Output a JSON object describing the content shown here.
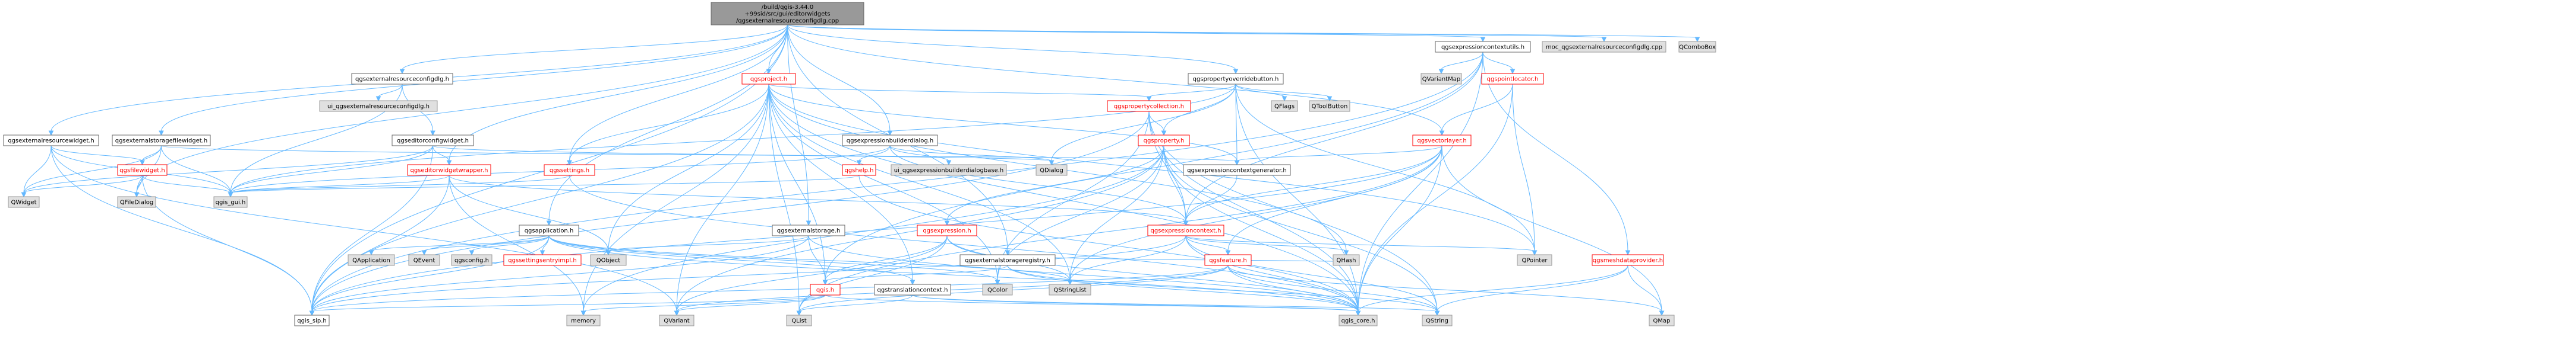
{
  "graph": {
    "nodes": [
      {
        "id": "root",
        "label": "/build/qgis-3.44.0\n+99sid/src/gui/editorwidgets\n/qgsexternalresourceconfigdlg.cpp",
        "kind": "root"
      },
      {
        "id": "erw",
        "label": "qgsexternalresourcewidget.h",
        "kind": "normal"
      },
      {
        "id": "esfw",
        "label": "qgsexternalstoragefilewidget.h",
        "kind": "normal"
      },
      {
        "id": "ercd",
        "label": "qgsexternalresourceconfigdlg.h",
        "kind": "normal"
      },
      {
        "id": "ui_ercd",
        "label": "ui_qgsexternalresourceconfigdlg.h",
        "kind": "missing"
      },
      {
        "id": "ecw",
        "label": "qgseditorconfigwidget.h",
        "kind": "normal"
      },
      {
        "id": "ewr",
        "label": "qgseditorwidgetwrapper.h",
        "kind": "red"
      },
      {
        "id": "fw",
        "label": "qgsfilewidget.h",
        "kind": "red"
      },
      {
        "id": "qwidget",
        "label": "QWidget",
        "kind": "missing"
      },
      {
        "id": "qfiledialog",
        "label": "QFileDialog",
        "kind": "missing"
      },
      {
        "id": "gui",
        "label": "qgis_gui.h",
        "kind": "missing"
      },
      {
        "id": "sip",
        "label": "qgis_sip.h",
        "kind": "normal"
      },
      {
        "id": "settings",
        "label": "qgssettings.h",
        "kind": "red"
      },
      {
        "id": "project",
        "label": "qgsproject.h",
        "kind": "red"
      },
      {
        "id": "application",
        "label": "qgsapplication.h",
        "kind": "normal"
      },
      {
        "id": "qapplication",
        "label": "QApplication",
        "kind": "missing"
      },
      {
        "id": "qevent",
        "label": "QEvent",
        "kind": "missing"
      },
      {
        "id": "qgsconfig",
        "label": "qgsconfig.h",
        "kind": "missing"
      },
      {
        "id": "settingsentry",
        "label": "qgssettingsentryimpl.h",
        "kind": "red"
      },
      {
        "id": "qobject",
        "label": "QObject",
        "kind": "missing"
      },
      {
        "id": "memory",
        "label": "memory",
        "kind": "missing"
      },
      {
        "id": "qvariant",
        "label": "QVariant",
        "kind": "missing"
      },
      {
        "id": "qlist",
        "label": "QList",
        "kind": "missing"
      },
      {
        "id": "core",
        "label": "qgis_core.h",
        "kind": "missing"
      },
      {
        "id": "qstring",
        "label": "QString",
        "kind": "missing"
      },
      {
        "id": "qgsh",
        "label": "qgis.h",
        "kind": "red"
      },
      {
        "id": "extstorage",
        "label": "qgsexternalstorage.h",
        "kind": "normal"
      },
      {
        "id": "translation",
        "label": "qgstranslationcontext.h",
        "kind": "normal"
      },
      {
        "id": "qcolor",
        "label": "QColor",
        "kind": "missing"
      },
      {
        "id": "qstringlist",
        "label": "QStringList",
        "kind": "missing"
      },
      {
        "id": "expbuilderdlg",
        "label": "qgsexpressionbuilderdialog.h",
        "kind": "normal"
      },
      {
        "id": "help",
        "label": "qgshelp.h",
        "kind": "red"
      },
      {
        "id": "ui_expbuilder",
        "label": "ui_qgsexpressionbuilderdialogbase.h",
        "kind": "missing"
      },
      {
        "id": "qdialog",
        "label": "QDialog",
        "kind": "missing"
      },
      {
        "id": "expression",
        "label": "qgsexpression.h",
        "kind": "red"
      },
      {
        "id": "expcontext",
        "label": "qgsexpressioncontext.h",
        "kind": "red"
      },
      {
        "id": "qhash",
        "label": "QHash",
        "kind": "missing"
      },
      {
        "id": "qpointer",
        "label": "QPointer",
        "kind": "missing"
      },
      {
        "id": "feature",
        "label": "qgsfeature.h",
        "kind": "red"
      },
      {
        "id": "propoverride",
        "label": "qgspropertyoverridebutton.h",
        "kind": "normal"
      },
      {
        "id": "qflags",
        "label": "QFlags",
        "kind": "missing"
      },
      {
        "id": "qtoolbutton",
        "label": "QToolButton",
        "kind": "missing"
      },
      {
        "id": "propcollection",
        "label": "qgspropertycollection.h",
        "kind": "red"
      },
      {
        "id": "property",
        "label": "qgsproperty.h",
        "kind": "red"
      },
      {
        "id": "expcontextgen",
        "label": "qgsexpressioncontextgenerator.h",
        "kind": "normal"
      },
      {
        "id": "vectorlayer",
        "label": "qgsvectorlayer.h",
        "kind": "red"
      },
      {
        "id": "storageregistry",
        "label": "qgsexternalstorageregistry.h",
        "kind": "normal"
      },
      {
        "id": "exputils",
        "label": "qgsexpressioncontextutils.h",
        "kind": "normal"
      },
      {
        "id": "qvariantmap",
        "label": "QVariantMap",
        "kind": "missing"
      },
      {
        "id": "pointlocator",
        "label": "qgspointlocator.h",
        "kind": "red"
      },
      {
        "id": "meshprovider",
        "label": "qgsmeshdataprovider.h",
        "kind": "red"
      },
      {
        "id": "qmap",
        "label": "QMap",
        "kind": "missing"
      },
      {
        "id": "moc",
        "label": "moc_qgsexternalresourceconfigdlg.cpp",
        "kind": "missing"
      },
      {
        "id": "qcombobox",
        "label": "QComboBox",
        "kind": "missing"
      }
    ],
    "edges": [
      [
        "root",
        "erw"
      ],
      [
        "root",
        "esfw"
      ],
      [
        "root",
        "ercd"
      ],
      [
        "root",
        "ewr"
      ],
      [
        "root",
        "settings"
      ],
      [
        "root",
        "project"
      ],
      [
        "root",
        "application"
      ],
      [
        "root",
        "qfiledialog"
      ],
      [
        "root",
        "expbuilderdlg"
      ],
      [
        "root",
        "propoverride"
      ],
      [
        "root",
        "exputils"
      ],
      [
        "root",
        "storageregistry"
      ],
      [
        "root",
        "extstorage"
      ],
      [
        "root",
        "vectorlayer"
      ],
      [
        "root",
        "moc"
      ],
      [
        "root",
        "qcombobox"
      ],
      [
        "root",
        "sip"
      ],
      [
        "erw",
        "gui"
      ],
      [
        "erw",
        "sip"
      ],
      [
        "erw",
        "qwidget"
      ],
      [
        "erw",
        "fw"
      ],
      [
        "erw",
        "qvariant"
      ],
      [
        "esfw",
        "fw"
      ],
      [
        "esfw",
        "gui"
      ],
      [
        "esfw",
        "qwidget"
      ],
      [
        "esfw",
        "qfiledialog"
      ],
      [
        "esfw",
        "expcontextgen"
      ],
      [
        "ercd",
        "ui_ercd"
      ],
      [
        "ercd",
        "ecw"
      ],
      [
        "ercd",
        "gui"
      ],
      [
        "ecw",
        "gui"
      ],
      [
        "ecw",
        "qwidget"
      ],
      [
        "ecw",
        "ewr"
      ],
      [
        "ecw",
        "sip"
      ],
      [
        "ecw",
        "qdialog"
      ],
      [
        "ewr",
        "gui"
      ],
      [
        "ewr",
        "sip"
      ],
      [
        "ewr",
        "qobject"
      ],
      [
        "ewr",
        "expcontext"
      ],
      [
        "ewr",
        "memory"
      ],
      [
        "fw",
        "qwidget"
      ],
      [
        "fw",
        "qfiledialog"
      ],
      [
        "fw",
        "gui"
      ],
      [
        "fw",
        "sip"
      ],
      [
        "settings",
        "gui"
      ],
      [
        "settings",
        "core"
      ],
      [
        "project",
        "memory"
      ],
      [
        "project",
        "qobject"
      ],
      [
        "project",
        "qlist"
      ],
      [
        "project",
        "qhash"
      ],
      [
        "project",
        "qstringlist"
      ],
      [
        "project",
        "qgsh"
      ],
      [
        "project",
        "propcollection"
      ],
      [
        "project",
        "qpointer"
      ],
      [
        "project",
        "translation"
      ],
      [
        "project",
        "settings"
      ],
      [
        "project",
        "expcontextgen"
      ],
      [
        "project",
        "core"
      ],
      [
        "project",
        "sip"
      ],
      [
        "project",
        "qcolor"
      ],
      [
        "project",
        "qvariant"
      ],
      [
        "application",
        "qapplication"
      ],
      [
        "application",
        "qevent"
      ],
      [
        "application",
        "qgsconfig"
      ],
      [
        "application",
        "settingsentry"
      ],
      [
        "application",
        "qobject"
      ],
      [
        "application",
        "sip"
      ],
      [
        "application",
        "core"
      ],
      [
        "application",
        "translation"
      ],
      [
        "application",
        "qstringlist"
      ],
      [
        "application",
        "qcolor"
      ],
      [
        "qgsh",
        "sip"
      ],
      [
        "qgsh",
        "memory"
      ],
      [
        "qgsh",
        "qvariant"
      ],
      [
        "qgsh",
        "core"
      ],
      [
        "extstorage",
        "qgsh"
      ],
      [
        "extstorage",
        "qobject"
      ],
      [
        "extstorage",
        "core"
      ],
      [
        "extstorage",
        "sip"
      ],
      [
        "translation",
        "core"
      ],
      [
        "translation",
        "qlist"
      ],
      [
        "translation",
        "qstring"
      ],
      [
        "expbuilderdlg",
        "help"
      ],
      [
        "expbuilderdlg",
        "ui_expbuilder"
      ],
      [
        "expbuilderdlg",
        "qdialog"
      ],
      [
        "expbuilderdlg",
        "gui"
      ],
      [
        "expbuilderdlg",
        "expcontext"
      ],
      [
        "help",
        "gui"
      ],
      [
        "help",
        "core"
      ],
      [
        "expression",
        "qstringlist"
      ],
      [
        "expression",
        "qgsh"
      ],
      [
        "expression",
        "core"
      ],
      [
        "expression",
        "qlist"
      ],
      [
        "expression",
        "qvariant"
      ],
      [
        "expcontext",
        "qhash"
      ],
      [
        "expcontext",
        "qstring"
      ],
      [
        "expcontext",
        "qstringlist"
      ],
      [
        "expcontext",
        "feature"
      ],
      [
        "expcontext",
        "core"
      ],
      [
        "expcontext",
        "sip"
      ],
      [
        "expcontext",
        "qpointer"
      ],
      [
        "feature",
        "core"
      ],
      [
        "feature",
        "qlist"
      ],
      [
        "feature",
        "qmap"
      ],
      [
        "feature",
        "qvariant"
      ],
      [
        "feature",
        "sip"
      ],
      [
        "feature",
        "qstring"
      ],
      [
        "propoverride",
        "qflags"
      ],
      [
        "propoverride",
        "qtoolbutton"
      ],
      [
        "propoverride",
        "propcollection"
      ],
      [
        "propoverride",
        "property"
      ],
      [
        "propoverride",
        "expcontextgen"
      ],
      [
        "propoverride",
        "gui"
      ],
      [
        "propoverride",
        "qpointer"
      ],
      [
        "propoverride",
        "core"
      ],
      [
        "propoverride",
        "qdialog"
      ],
      [
        "propcollection",
        "property"
      ],
      [
        "propcollection",
        "core"
      ],
      [
        "propcollection",
        "qstring"
      ],
      [
        "propcollection",
        "expcontext"
      ],
      [
        "propcollection",
        "qcolor"
      ],
      [
        "propcollection",
        "sip"
      ],
      [
        "property",
        "expression"
      ],
      [
        "property",
        "expcontext"
      ],
      [
        "property",
        "qcolor"
      ],
      [
        "property",
        "qstringlist"
      ],
      [
        "property",
        "core"
      ],
      [
        "property",
        "memory"
      ],
      [
        "property",
        "qstring"
      ],
      [
        "property",
        "qvariant"
      ],
      [
        "expcontextgen",
        "expcontext"
      ],
      [
        "vectorlayer",
        "expcontextgen"
      ],
      [
        "vectorlayer",
        "feature"
      ],
      [
        "vectorlayer",
        "core"
      ],
      [
        "vectorlayer",
        "sip"
      ],
      [
        "vectorlayer",
        "qlist"
      ],
      [
        "vectorlayer",
        "qstringlist"
      ],
      [
        "vectorlayer",
        "qmap"
      ],
      [
        "vectorlayer",
        "expcontext"
      ],
      [
        "storageregistry",
        "core"
      ],
      [
        "storageregistry",
        "qgsh"
      ],
      [
        "storageregistry",
        "qstring"
      ],
      [
        "storageregistry",
        "qhash"
      ],
      [
        "exputils",
        "qvariantmap"
      ],
      [
        "exputils",
        "pointlocator"
      ],
      [
        "exputils",
        "core"
      ],
      [
        "exputils",
        "sip"
      ],
      [
        "exputils",
        "qgsh"
      ],
      [
        "exputils",
        "expcontext"
      ],
      [
        "exputils",
        "meshprovider"
      ],
      [
        "pointlocator",
        "vectorlayer"
      ],
      [
        "pointlocator",
        "core"
      ],
      [
        "pointlocator",
        "qpointer"
      ],
      [
        "meshprovider",
        "core"
      ],
      [
        "meshprovider",
        "qmap"
      ],
      [
        "meshprovider",
        "qstring"
      ]
    ]
  }
}
